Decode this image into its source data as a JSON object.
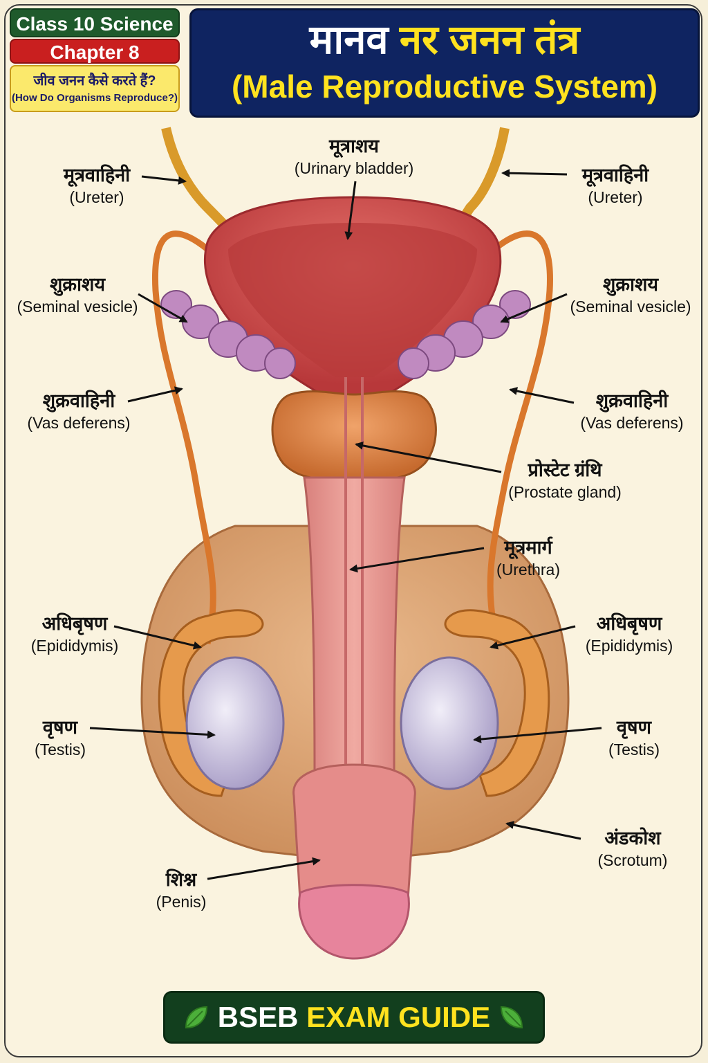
{
  "badges": {
    "class_label": "Class 10 Science",
    "chapter_label": "Chapter 8",
    "chapter_title_hi": "जीव जनन कैसे करते हैं?",
    "chapter_title_en": "(How Do Organisms Reproduce?)"
  },
  "title": {
    "hindi_part1": "मानव",
    "hindi_part2": "नर जनन तंत्र",
    "english": "(Male Reproductive System)"
  },
  "labels": {
    "ureter_left": {
      "hi": "मूत्रवाहिनी",
      "en": "(Ureter)"
    },
    "ureter_right": {
      "hi": "मूत्रवाहिनी",
      "en": "(Ureter)"
    },
    "bladder": {
      "hi": "मूत्राशय",
      "en": "(Urinary bladder)"
    },
    "seminal_left": {
      "hi": "शुक्राशय",
      "en": "(Seminal vesicle)"
    },
    "seminal_right": {
      "hi": "शुक्राशय",
      "en": "(Seminal vesicle)"
    },
    "vas_left": {
      "hi": "शुक्रवाहिनी",
      "en": "(Vas deferens)"
    },
    "vas_right": {
      "hi": "शुक्रवाहिनी",
      "en": "(Vas deferens)"
    },
    "prostate": {
      "hi": "प्रोस्टेट ग्रंथि",
      "en": "(Prostate gland)"
    },
    "urethra": {
      "hi": "मूत्रमार्ग",
      "en": "(Urethra)"
    },
    "epididymis_left": {
      "hi": "अधिबृषण",
      "en": "(Epididymis)"
    },
    "epididymis_right": {
      "hi": "अधिबृषण",
      "en": "(Epididymis)"
    },
    "testis_left": {
      "hi": "वृषण",
      "en": "(Testis)"
    },
    "testis_right": {
      "hi": "वृषण",
      "en": "(Testis)"
    },
    "scrotum": {
      "hi": "अंडकोश",
      "en": "(Scrotum)"
    },
    "penis": {
      "hi": "शिश्न",
      "en": "(Penis)"
    }
  },
  "footer": {
    "part1": "BSEB",
    "part2": "EXAM GUIDE"
  },
  "colors": {
    "title_bg": "#0f2461",
    "title_yellow": "#ffe21f",
    "badge_green": "#1f5a2c",
    "badge_red": "#c91f1f",
    "badge_yellow": "#fbe96c",
    "footer_bg": "#123f1e"
  },
  "icons": [
    "leaf-icon-left",
    "leaf-icon-right"
  ]
}
